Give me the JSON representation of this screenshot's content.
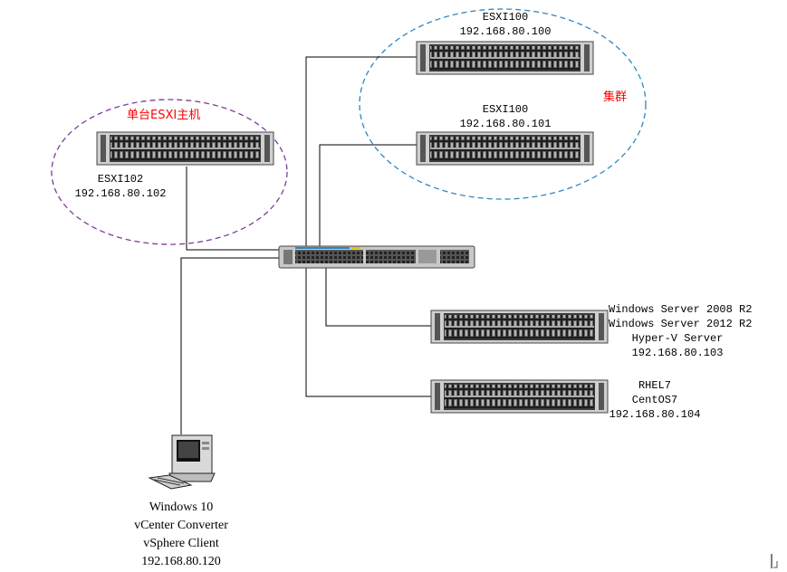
{
  "clusters": {
    "single_host_title": "单台ESXI主机",
    "cluster_title": "集群"
  },
  "hosts": {
    "esxi_a": {
      "name": "ESXI100",
      "ip": "192.168.80.100"
    },
    "esxi_b": {
      "name": "ESXI100",
      "ip": "192.168.80.101"
    },
    "esxi_single": {
      "name": "ESXI102",
      "ip": "192.168.80.102"
    },
    "windows_server": {
      "lines": [
        "Windows Server 2008 R2",
        "Windows Server 2012 R2",
        "Hyper-V Server",
        "192.168.80.103"
      ]
    },
    "rhel": {
      "lines": [
        "RHEL7",
        "CentOS7",
        "192.168.80.104"
      ]
    },
    "client": {
      "lines": [
        "Windows 10",
        "vCenter Converter",
        "vSphere Client",
        "192.168.80.120"
      ]
    }
  },
  "icons": {
    "server": "rack-server-icon",
    "switch": "network-switch-icon",
    "pc": "desktop-computer-icon"
  },
  "colors": {
    "cluster_ellipse": "#2e86c1",
    "single_ellipse": "#7d3c98",
    "red_text": "#ff0000",
    "server_body": "#d0d0d0",
    "server_dark": "#2a2a2a"
  }
}
